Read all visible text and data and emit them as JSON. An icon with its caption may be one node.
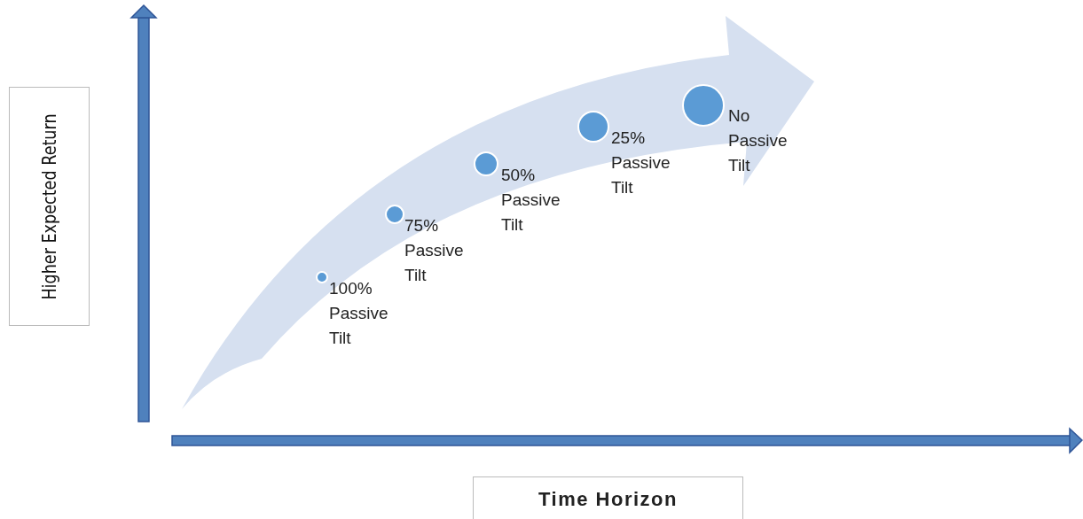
{
  "diagram": {
    "nodes": [
      {
        "text": [
          "Higher Expected Return"
        ]
      },
      {
        "text": [
          "Time Horizon"
        ]
      },
      {
        "text": [],
        "shape": "circle",
        "beside": [
          "100% Passive Tilt"
        ]
      },
      {
        "text": [],
        "shape": "circle",
        "beside": [
          "75% Passive Tilt"
        ]
      },
      {
        "text": [],
        "shape": "circle",
        "beside": [
          "50% Passive Tilt"
        ]
      },
      {
        "text": [],
        "shape": "circle",
        "beside": [
          "25% Passive Tilt"
        ]
      },
      {
        "text": [],
        "shape": "circle",
        "beside": [
          "No Passive Tilt"
        ]
      }
    ],
    "edges": []
  }
}
